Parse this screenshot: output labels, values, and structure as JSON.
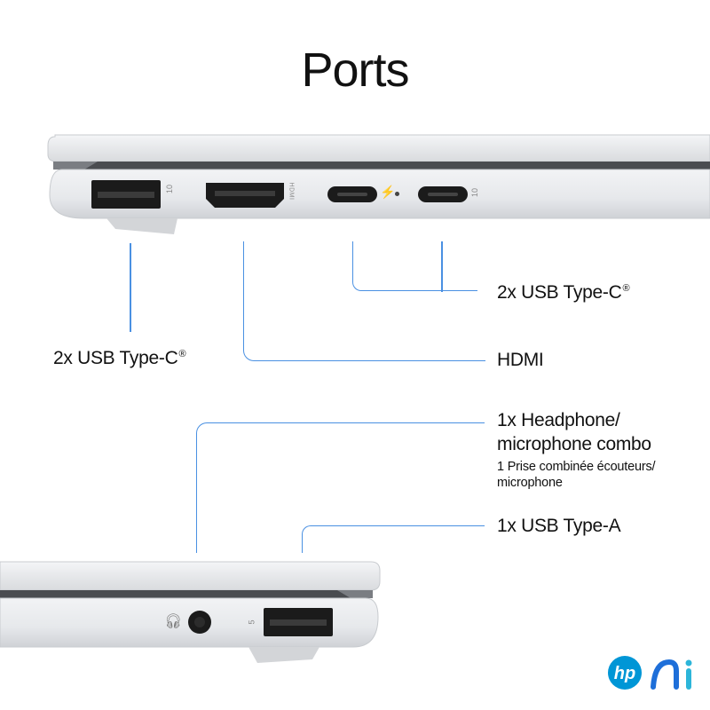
{
  "title": "Ports",
  "labels": {
    "usb_c_right": "2x USB Type-C",
    "usb_c_right_mark": "®",
    "usb_c_left": "2x USB Type-C",
    "usb_c_left_mark": "®",
    "hdmi": "HDMI",
    "headphone_line1": "1x Headphone/",
    "headphone_line2": "microphone combo",
    "headphone_fr_line1": "1 Prise combinée écouteurs/",
    "headphone_fr_line2": "microphone",
    "usb_a": "1x USB Type-A"
  },
  "port_marks": {
    "usb_a_speed_top": "10",
    "hdmi_tag": "HDMI",
    "usb_c_speed_top": "10",
    "usb_a_speed_bottom": "5"
  },
  "logos": {
    "brand": "hp",
    "secondary_icon": "ai-logo-icon"
  },
  "colors": {
    "callout_line": "#4a90e2",
    "laptop_body": "#e9ebee",
    "port_black": "#1a1a1a",
    "brand_blue": "#0096d6"
  }
}
